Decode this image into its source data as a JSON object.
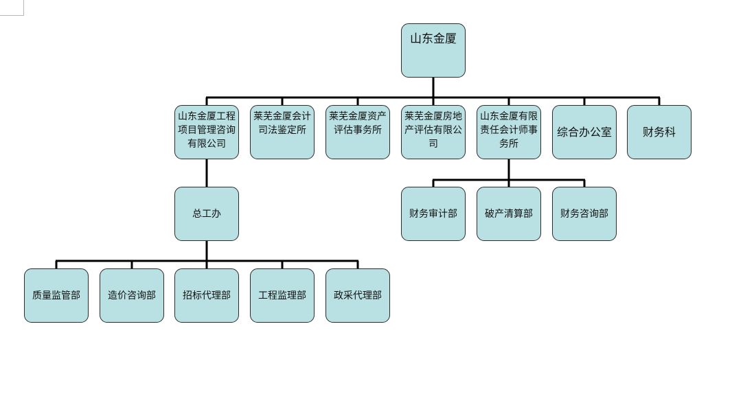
{
  "root": {
    "label": "山东金厦"
  },
  "level1": [
    {
      "label": "山东金厦工程项目管理咨询有限公司"
    },
    {
      "label": "莱芜金厦会计司法鉴定所"
    },
    {
      "label": "莱芜金厦资产评估事务所"
    },
    {
      "label": "莱芜金厦房地产评估有限公司"
    },
    {
      "label": "山东金厦有限责任会计师事务所"
    },
    {
      "label": "综合办公室"
    },
    {
      "label": "财务科"
    }
  ],
  "office": {
    "label": "总工办"
  },
  "office_departments": [
    {
      "label": "质量监管部"
    },
    {
      "label": "造价咨询部"
    },
    {
      "label": "招标代理部"
    },
    {
      "label": "工程监理部"
    },
    {
      "label": "政采代理部"
    }
  ],
  "accounting_departments": [
    {
      "label": "财务审计部"
    },
    {
      "label": "破产清算部"
    },
    {
      "label": "财务咨询部"
    }
  ],
  "colors": {
    "box_fill": "#b9e0e2",
    "box_border": "#2b2b2b",
    "connector": "#000000"
  }
}
